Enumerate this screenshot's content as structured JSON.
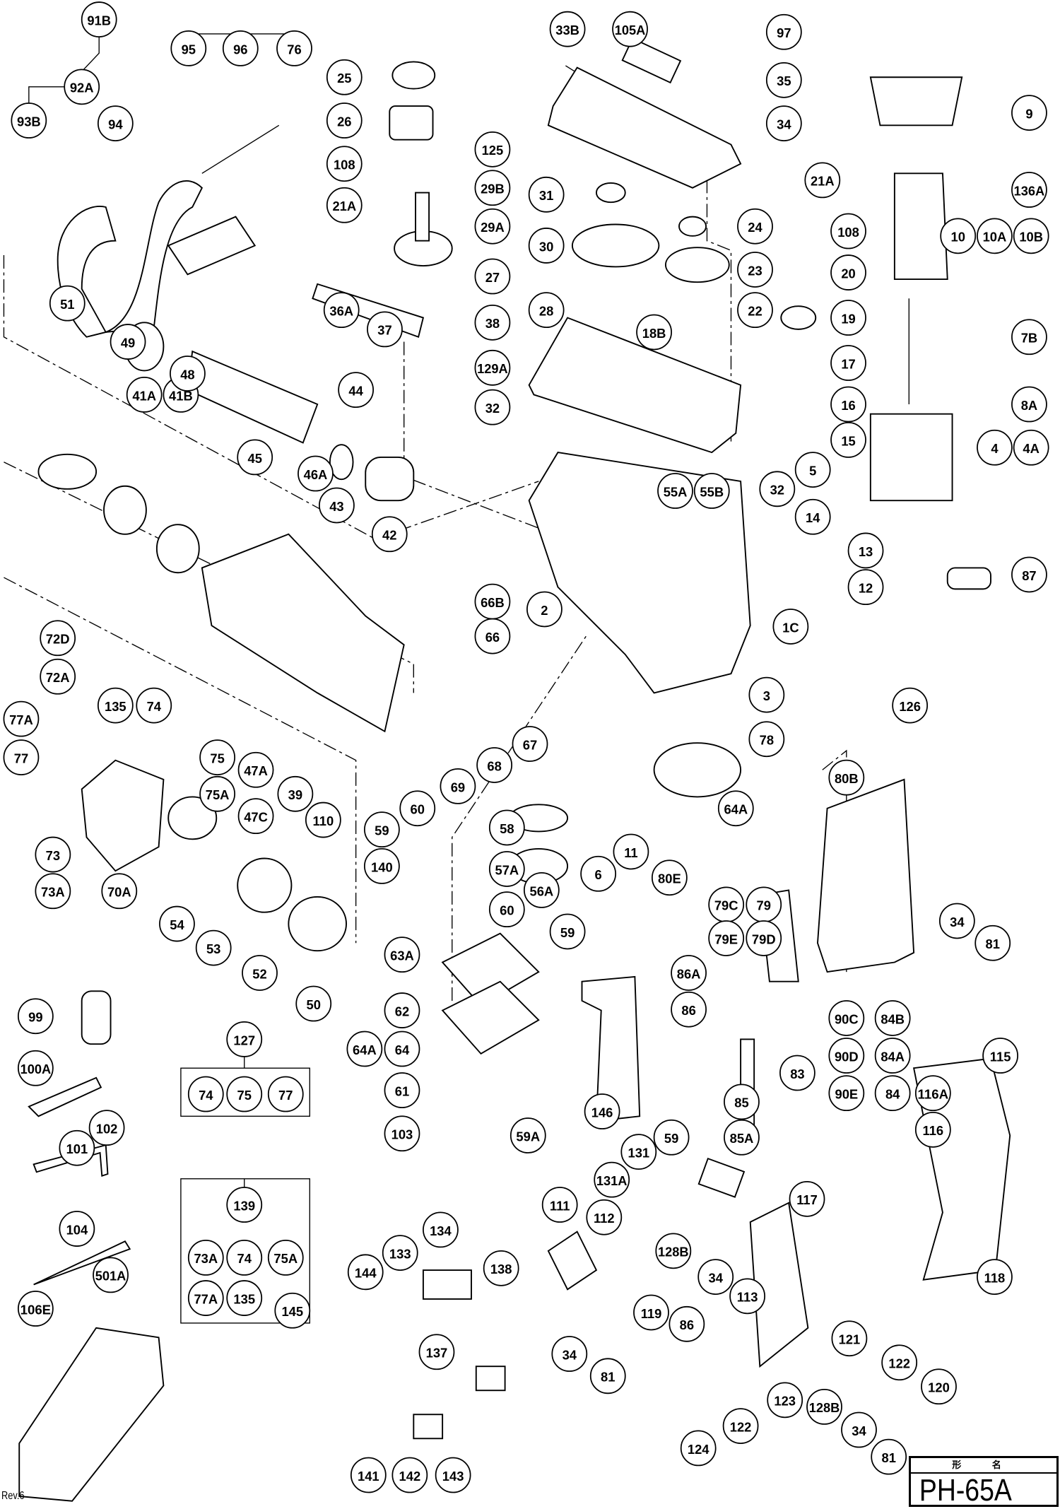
{
  "title_block": {
    "header": "形 名",
    "model": "PH-65A"
  },
  "revision": "Rev.6",
  "callouts": [
    "91B",
    "95",
    "96",
    "76",
    "93B",
    "92A",
    "94",
    "25",
    "26",
    "108",
    "125",
    "21A",
    "29B",
    "29A",
    "27",
    "36A",
    "37",
    "38",
    "129A",
    "33B",
    "105A",
    "97",
    "35",
    "34",
    "9",
    "31",
    "30",
    "24",
    "23",
    "28",
    "22",
    "21A",
    "136A",
    "108",
    "10",
    "10A",
    "10B",
    "20",
    "19",
    "7B",
    "17",
    "16",
    "8A",
    "15",
    "4",
    "4A",
    "5",
    "18B",
    "32",
    "32",
    "55A",
    "55B",
    "41A",
    "41B",
    "44",
    "45",
    "43",
    "42",
    "51",
    "49",
    "48",
    "14",
    "13",
    "12",
    "87",
    "1C",
    "46A",
    "66B",
    "66",
    "2",
    "3",
    "67",
    "68",
    "69",
    "126",
    "78",
    "72D",
    "72A",
    "74",
    "135",
    "75",
    "75A",
    "47A",
    "39",
    "47C",
    "110",
    "77A",
    "77",
    "73",
    "73A",
    "70A",
    "54",
    "53",
    "52",
    "50",
    "59",
    "60",
    "140",
    "64A",
    "6",
    "11",
    "58",
    "57A",
    "56A",
    "60",
    "59",
    "80B",
    "80E",
    "79C",
    "79",
    "79E",
    "79D",
    "34",
    "81",
    "63A",
    "62",
    "64A",
    "64",
    "61",
    "103",
    "86A",
    "86",
    "83",
    "85",
    "85A",
    "59",
    "131",
    "131A",
    "146",
    "59A",
    "90C",
    "90D",
    "90E",
    "84B",
    "84A",
    "84",
    "115",
    "116A",
    "116",
    "117",
    "118",
    "99",
    "100A",
    "102",
    "101",
    "104",
    "501A",
    "106E",
    "127",
    "74",
    "75",
    "77",
    "139",
    "73A",
    "74",
    "75A",
    "77A",
    "135",
    "111",
    "112",
    "128B",
    "34",
    "113",
    "119",
    "86",
    "34",
    "81",
    "121",
    "122",
    "120",
    "123",
    "128B",
    "34",
    "81",
    "124",
    "122",
    "145",
    "144",
    "133",
    "134",
    "138",
    "137",
    "141",
    "142",
    "143"
  ],
  "kits": [
    {
      "label": "127",
      "contents": [
        "74",
        "75",
        "77"
      ]
    },
    {
      "label": "139",
      "contents": [
        "73A",
        "74",
        "75A",
        "77A",
        "135"
      ]
    }
  ]
}
